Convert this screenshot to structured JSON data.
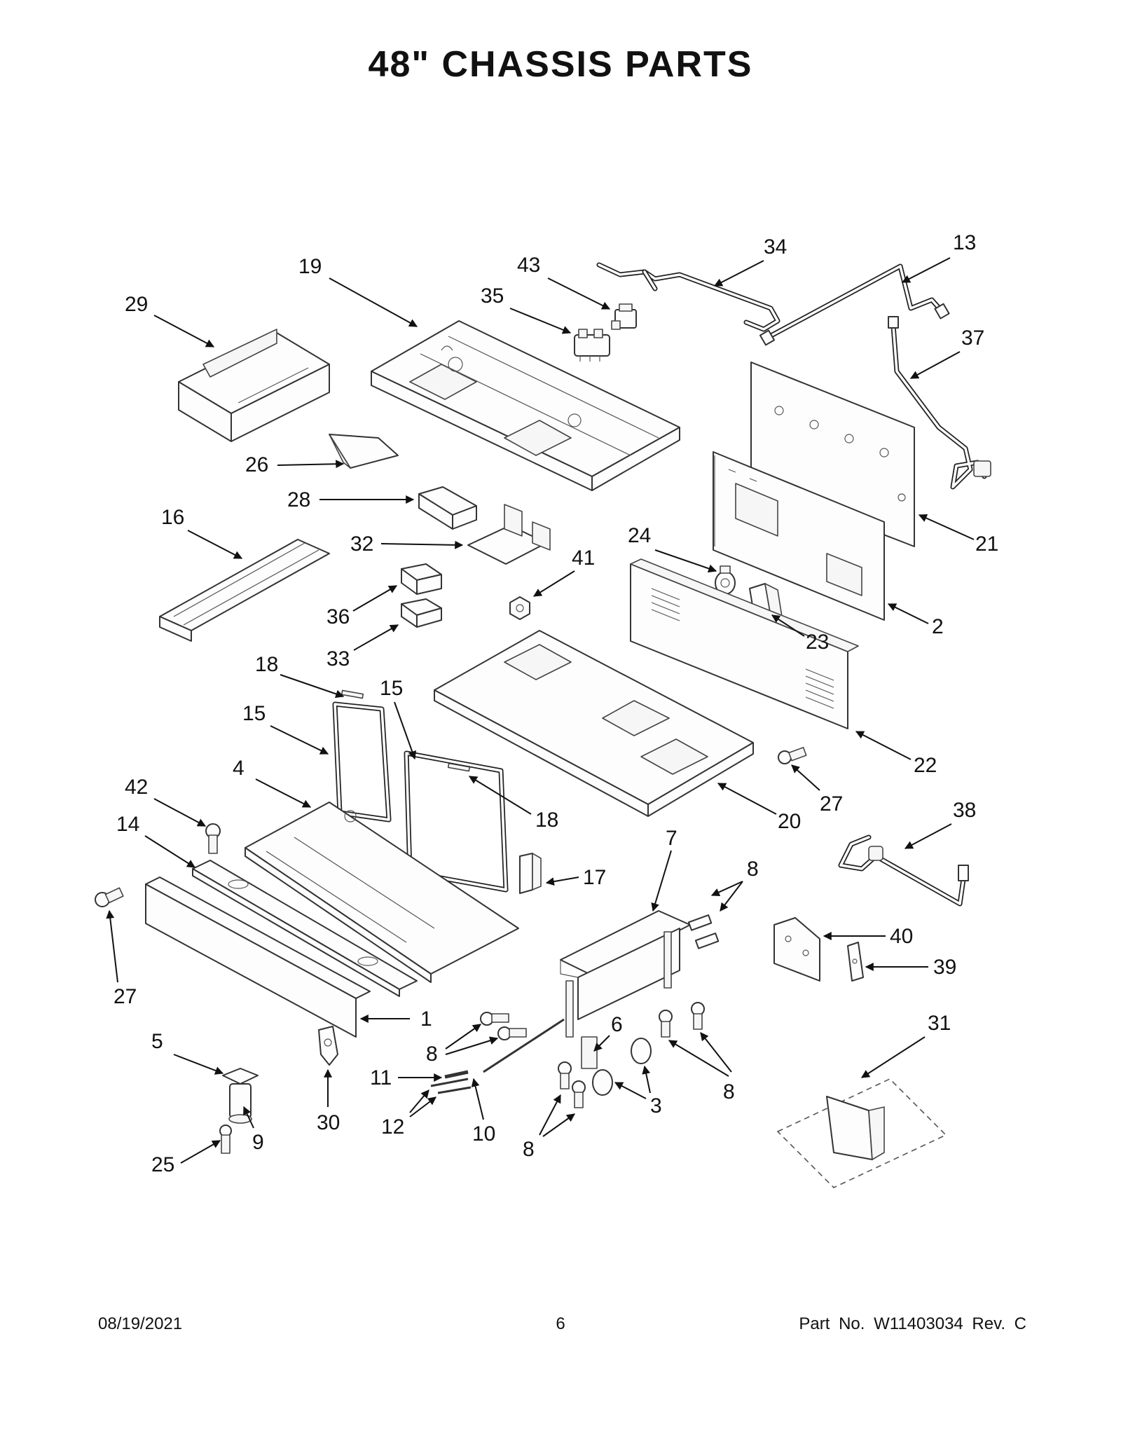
{
  "page": {
    "title": "48\" CHASSIS PARTS",
    "date": "08/19/2021",
    "page_number": "6",
    "part_number": "Part No.  W11403034  Rev.  C"
  },
  "callouts": [
    "29",
    "19",
    "43",
    "35",
    "34",
    "13",
    "37",
    "26",
    "28",
    "21",
    "16",
    "32",
    "24",
    "41",
    "36",
    "23",
    "2",
    "33",
    "18",
    "15",
    "15",
    "22",
    "27",
    "20",
    "42",
    "4",
    "18",
    "14",
    "17",
    "7",
    "8",
    "38",
    "27",
    "40",
    "39",
    "1",
    "5",
    "11",
    "8",
    "6",
    "12",
    "3",
    "8",
    "30",
    "10",
    "9",
    "8",
    "25",
    "31"
  ]
}
